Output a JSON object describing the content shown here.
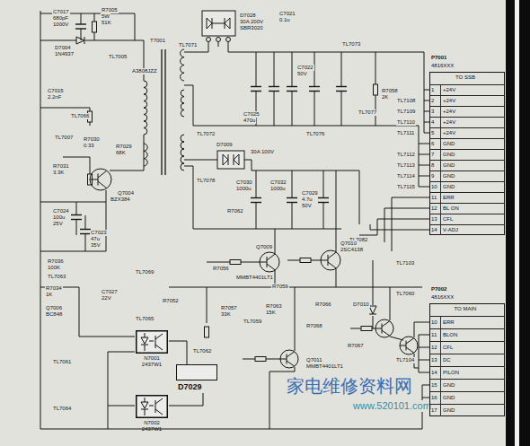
{
  "diagram": {
    "nodes": [
      {
        "text": [
          "P7001",
          "4816XXX",
          "TO SSB"
        ]
      },
      {
        "text": [
          "1",
          "+24V"
        ],
        "in": 0
      },
      {
        "text": [
          "2",
          "+24V"
        ],
        "in": 0
      },
      {
        "text": [
          "3",
          "+24V"
        ],
        "in": 0
      },
      {
        "text": [
          "4",
          "+24V"
        ],
        "in": 0
      },
      {
        "text": [
          "5",
          "+24V"
        ],
        "in": 0
      },
      {
        "text": [
          "6",
          "GND"
        ],
        "in": 0
      },
      {
        "text": [
          "7",
          "GND"
        ],
        "in": 0
      },
      {
        "text": [
          "8",
          "GND"
        ],
        "in": 0
      },
      {
        "text": [
          "9",
          "GND"
        ],
        "in": 0
      },
      {
        "text": [
          "10",
          "GND"
        ],
        "in": 0
      },
      {
        "text": [
          "11",
          "ERR"
        ],
        "in": 0
      },
      {
        "text": [
          "12",
          "BL ON"
        ],
        "in": 0
      },
      {
        "text": [
          "13",
          "CFL"
        ],
        "in": 0
      },
      {
        "text": [
          "14",
          "V-ADJ"
        ],
        "in": 0
      },
      {
        "text": [
          "P7002",
          "4816XXX",
          "TO MAIN"
        ]
      },
      {
        "text": [
          "10",
          "ERR"
        ],
        "in": 15
      },
      {
        "text": [
          "11",
          "BLON"
        ],
        "in": 15
      },
      {
        "text": [
          "12",
          "CFL"
        ],
        "in": 15
      },
      {
        "text": [
          "13",
          "DC"
        ],
        "in": 15
      },
      {
        "text": [
          "14",
          "PILON"
        ],
        "in": 15
      },
      {
        "text": [
          "15",
          "GND"
        ],
        "in": 15
      },
      {
        "text": [
          "16",
          "GND"
        ],
        "in": 15
      },
      {
        "text": [
          "17",
          "GND"
        ],
        "in": 15
      },
      {
        "text": [
          "N7001",
          "2437W1"
        ]
      },
      {
        "text": [
          "D7029"
        ]
      },
      {
        "text": [
          "N7002",
          "2437W1"
        ]
      }
    ],
    "edges": [
      {
        "from": 24,
        "to": 25,
        "arrow": "none"
      },
      {
        "from": 26,
        "to": 25,
        "arrow": "none"
      }
    ],
    "labels": [
      "C7017",
      "680pF",
      "1000V",
      "R7005",
      "5W",
      "51K",
      "D7004",
      "1N4937",
      "TL7005",
      "C7015",
      "2.2nF",
      "TL7066",
      "TL7007",
      "R7030",
      "0.33",
      "R7031",
      "3.3K",
      "R7029",
      "68K",
      "Q7004",
      "BZX384",
      "C7024",
      "100u",
      "25V",
      "C7023",
      "47u",
      "35V",
      "R7036",
      "100K",
      "TL7063",
      "R7034",
      "1K",
      "Q7006",
      "BC848",
      "T7001",
      "A3808JZZ",
      "TL7071",
      "D7028",
      "30A 200V",
      "SBR3020",
      "C7021",
      "0.1u",
      "C7022",
      "50V",
      "C7025",
      "470u",
      "TL7072",
      "TL7073",
      "TL7076",
      "R7058",
      "2K",
      "TL7077",
      "D7009",
      "30A 100V",
      "TL7078",
      "C7030",
      "1000u",
      "C7032",
      "1000u",
      "C7029",
      "4.7u",
      "50V",
      "R7062",
      "TL7082",
      "Q7009",
      "MMBT4401LT1",
      "Q7010",
      "2SC4138",
      "R7056",
      "R7059",
      "TL7069",
      "C7027",
      "22V",
      "R7052",
      "TL7065",
      "R7057",
      "33K",
      "TL7059",
      "R7063",
      "15K",
      "TL7062",
      "Q7011",
      "MMBT4401LT1",
      "R7066",
      "R7068",
      "D7010",
      "R7067",
      "TL7103",
      "TL7060",
      "TL7104",
      "TL7108",
      "TL7109",
      "TL7110",
      "TL7111",
      "TL7112",
      "TL7113",
      "TL7114",
      "TL7115",
      "TL7064",
      "TL7061",
      "家电维修资料网",
      "www.520101.com"
    ]
  }
}
